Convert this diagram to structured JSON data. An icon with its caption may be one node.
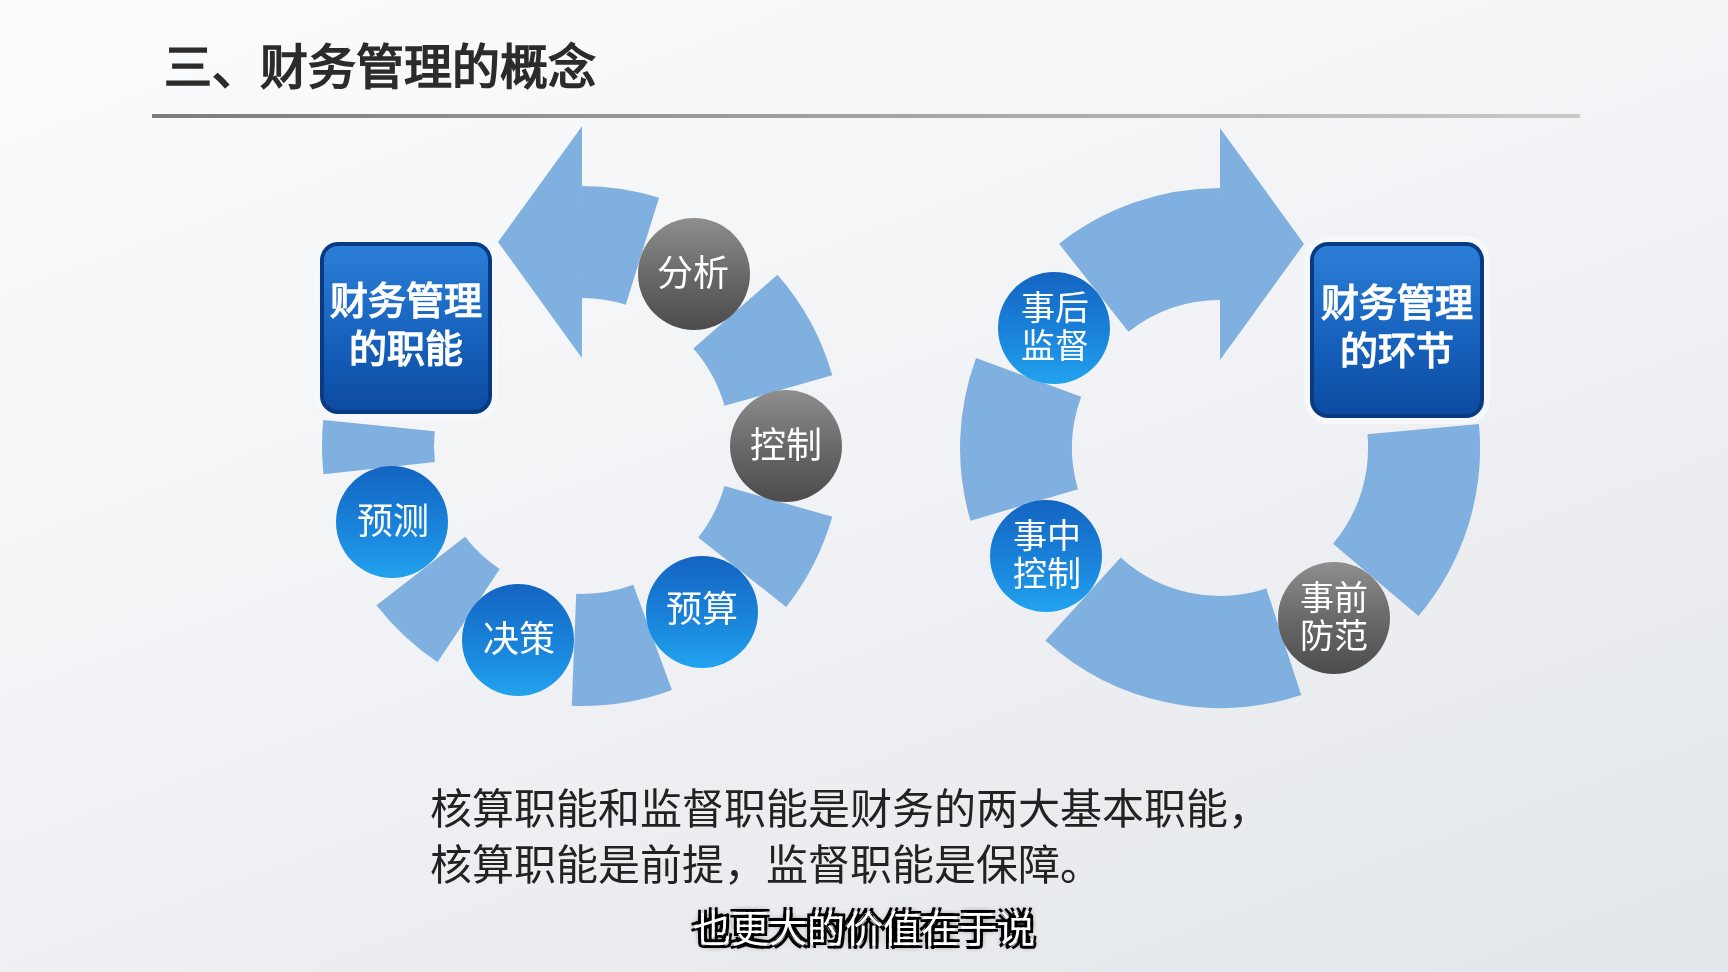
{
  "diagram": {
    "title": "三、财务管理的概念",
    "nodes": [
      {
        "text": [
          "财务管理的职能"
        ]
      },
      {
        "text": [
          "预测"
        ]
      },
      {
        "text": [
          "决策"
        ]
      },
      {
        "text": [
          "预算"
        ]
      },
      {
        "text": [
          "控制"
        ]
      },
      {
        "text": [
          "分析"
        ]
      },
      {
        "text": [
          "财务管理的环节"
        ]
      },
      {
        "text": [
          "事后监督"
        ]
      },
      {
        "text": [
          "事中控制"
        ]
      },
      {
        "text": [
          "事前防范"
        ]
      }
    ],
    "edges": [
      {
        "from": 0,
        "to": 1,
        "arrow": "none"
      },
      {
        "from": 1,
        "to": 2,
        "arrow": "none"
      },
      {
        "from": 2,
        "to": 3,
        "arrow": "none"
      },
      {
        "from": 3,
        "to": 4,
        "arrow": "none"
      },
      {
        "from": 4,
        "to": 5,
        "arrow": "none"
      },
      {
        "from": 5,
        "to": 0,
        "arrow": "to"
      },
      {
        "from": 6,
        "to": 9,
        "arrow": "none"
      },
      {
        "from": 9,
        "to": 8,
        "arrow": "none"
      },
      {
        "from": 8,
        "to": 7,
        "arrow": "none"
      },
      {
        "from": 7,
        "to": 6,
        "arrow": "to"
      }
    ],
    "labels": [
      "核算职能和监督职能是财务的两大基本职能，",
      "核算职能是前提，监督职能是保障。",
      "也更大的价值在于说"
    ]
  }
}
